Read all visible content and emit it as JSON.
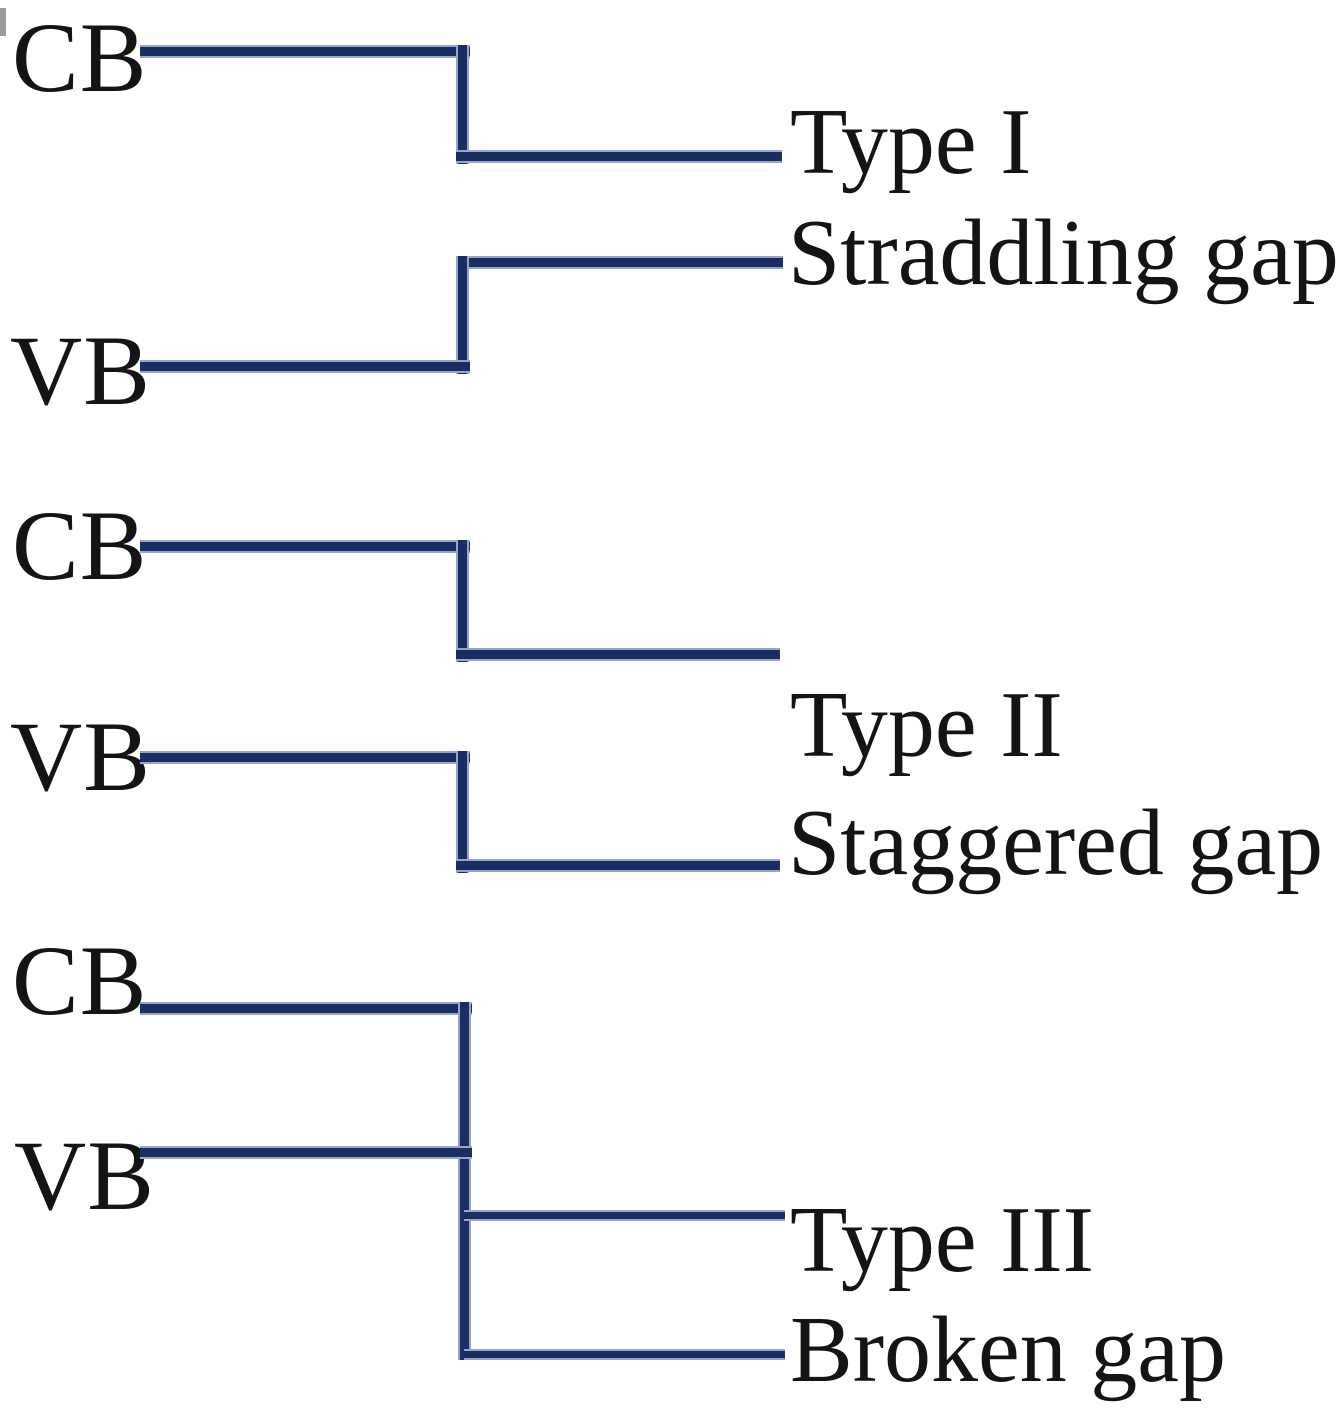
{
  "diagram": {
    "title_semantic": "Semiconductor heterojunction band alignment types",
    "background_color": "#ffffff",
    "line_color": "#1b2e64",
    "line_halo_color": "#97a5c7",
    "text_color": "#141414",
    "sections": [
      {
        "cb_label": "CB",
        "vb_label": "VB",
        "type_label": "Type I",
        "gap_label": "Straddling gap"
      },
      {
        "cb_label": "CB",
        "vb_label": "VB",
        "type_label": "Type II",
        "gap_label": "Staggered gap"
      },
      {
        "cb_label": "CB",
        "vb_label": "VB",
        "type_label": "Type III",
        "gap_label": "Broken gap"
      }
    ]
  }
}
